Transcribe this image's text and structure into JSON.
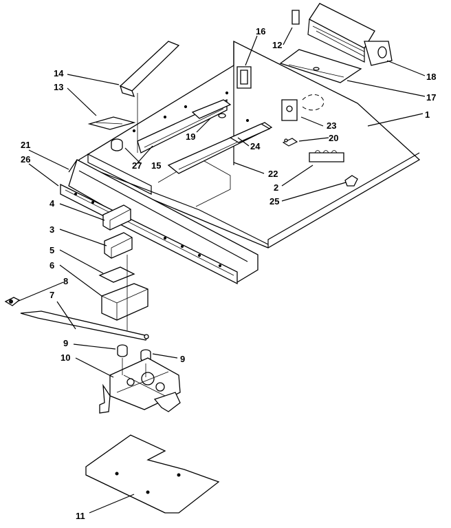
{
  "diagram": {
    "callouts": [
      {
        "id": "c1",
        "text": "1"
      },
      {
        "id": "c2",
        "text": "2"
      },
      {
        "id": "c3",
        "text": "3"
      },
      {
        "id": "c4",
        "text": "4"
      },
      {
        "id": "c5",
        "text": "5"
      },
      {
        "id": "c6",
        "text": "6"
      },
      {
        "id": "c7",
        "text": "7"
      },
      {
        "id": "c8",
        "text": "8"
      },
      {
        "id": "c9a",
        "text": "9"
      },
      {
        "id": "c9b",
        "text": "9"
      },
      {
        "id": "c10",
        "text": "10"
      },
      {
        "id": "c11",
        "text": "11"
      },
      {
        "id": "c12",
        "text": "12"
      },
      {
        "id": "c13",
        "text": "13"
      },
      {
        "id": "c14",
        "text": "14"
      },
      {
        "id": "c15",
        "text": "15"
      },
      {
        "id": "c16",
        "text": "16"
      },
      {
        "id": "c17",
        "text": "17"
      },
      {
        "id": "c18",
        "text": "18"
      },
      {
        "id": "c19",
        "text": "19"
      },
      {
        "id": "c20",
        "text": "20"
      },
      {
        "id": "c21",
        "text": "21"
      },
      {
        "id": "c22",
        "text": "22"
      },
      {
        "id": "c23",
        "text": "23"
      },
      {
        "id": "c24",
        "text": "24"
      },
      {
        "id": "c25",
        "text": "25"
      },
      {
        "id": "c26",
        "text": "26"
      },
      {
        "id": "c27",
        "text": "27"
      }
    ]
  }
}
